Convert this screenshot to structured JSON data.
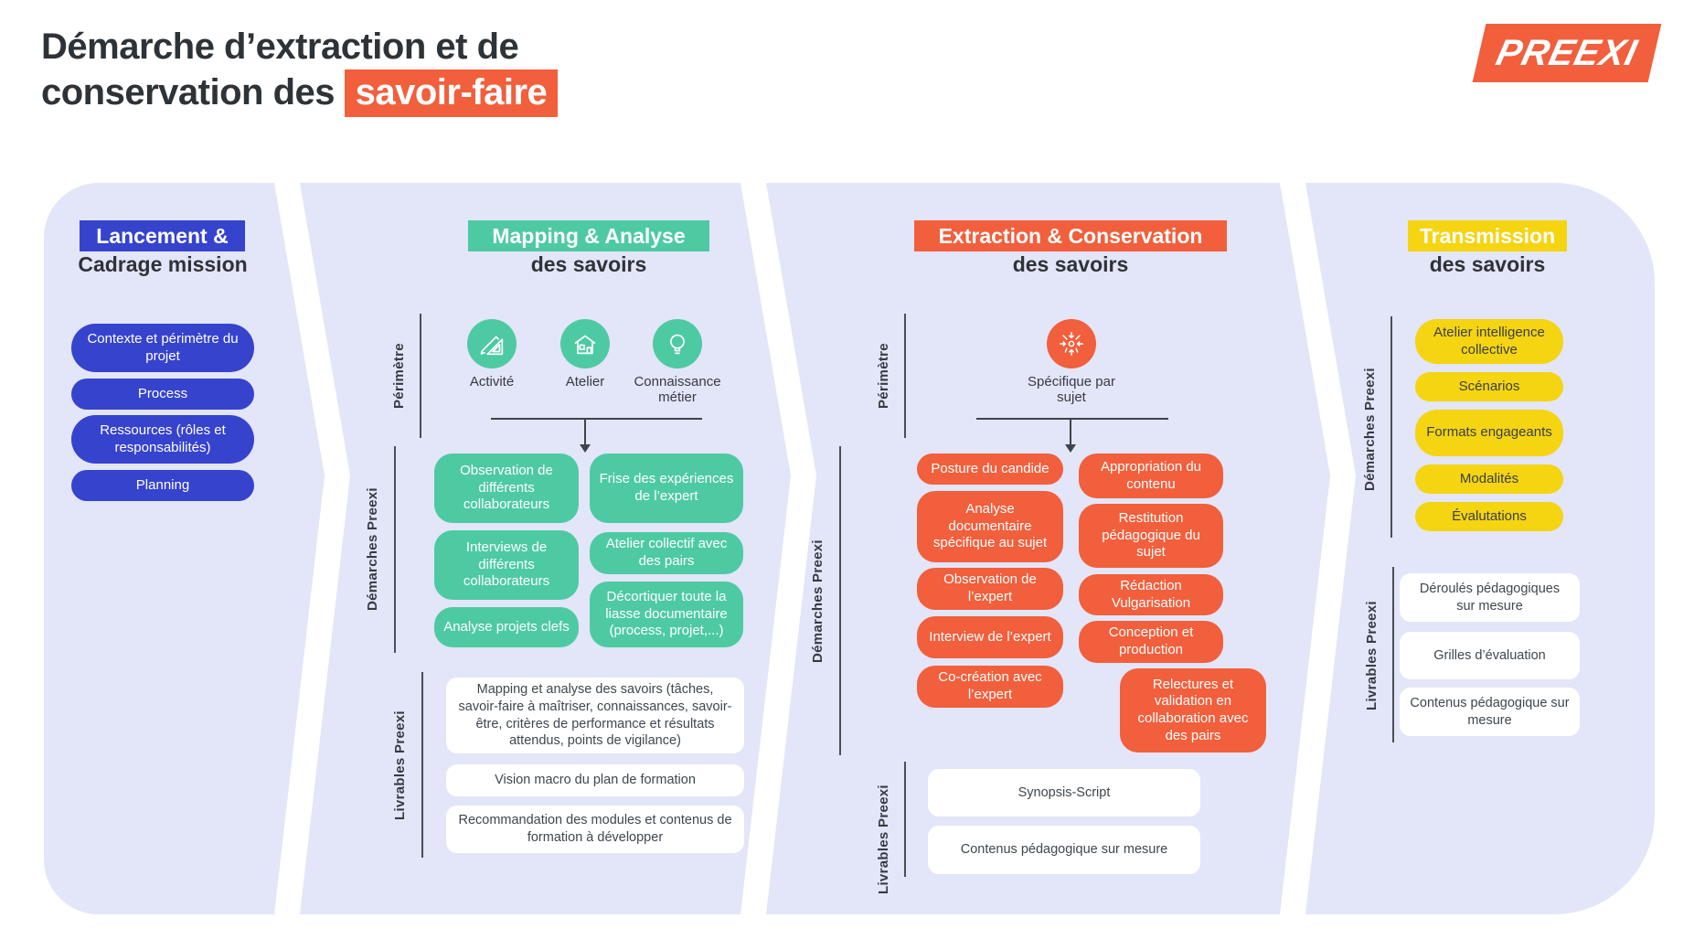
{
  "title": {
    "line1": "Démarche d’extraction et de",
    "line2_prefix": "conservation des ",
    "line2_highlight": "savoir-faire"
  },
  "logo_text": "PREEXI",
  "colors": {
    "lavender": "#e3e5f8",
    "blue": "#3643cd",
    "teal": "#4ecaa2",
    "orange": "#f15f3c",
    "yellow": "#f5d412",
    "dark_text": "#2e3338"
  },
  "section_labels": {
    "perimetre": "Périmètre",
    "demarches": "Démarches Preexi",
    "livrables": "Livrables Preexi"
  },
  "panel1": {
    "header_highlight": "Lancement &",
    "header_rest": "Cadrage mission",
    "pills": [
      "Contexte et périmètre du projet",
      "Process",
      "Ressources (rôles et responsabilités)",
      "Planning"
    ]
  },
  "panel2": {
    "header_highlight": "Mapping & Analyse",
    "header_rest": "des savoirs",
    "icons": [
      {
        "name": "ruler-pencil-icon",
        "label": "Activité"
      },
      {
        "name": "workshop-icon",
        "label": "Atelier"
      },
      {
        "name": "lightbulb-icon",
        "label": "Connaissance métier"
      }
    ],
    "demarches_left": [
      "Observation de différents collaborateurs",
      "Interviews de différents collaborateurs",
      "Analyse projets clefs"
    ],
    "demarches_right": [
      "Frise des expériences de l’expert",
      "Atelier collectif avec des pairs",
      "Décortiquer toute la liasse documentaire (process, projet,...)"
    ],
    "livrables": [
      "Mapping et analyse des savoirs (tâches, savoir-faire à maîtriser, connaissances, savoir-être, critères de performance et résultats attendus, points de vigilance)",
      "Vision macro du plan de formation",
      "Recommandation des modules et contenus de formation à développer"
    ]
  },
  "panel3": {
    "header_highlight": "Extraction & Conservation",
    "header_rest": "des savoirs",
    "icon_label": "Spécifique par sujet",
    "demarches_left": [
      "Posture du candide",
      "Analyse documentaire spécifique au sujet",
      "Observation de l’expert",
      "Interview de l’expert",
      "Co-création avec l’expert"
    ],
    "demarches_right": [
      "Appropriation du contenu",
      "Restitution pédagogique du sujet",
      "Rédaction Vulgarisation",
      "Conception et production",
      "Relectures et validation en collaboration avec des pairs"
    ],
    "livrables": [
      "Synopsis-Script",
      "Contenus pédagogique sur mesure"
    ]
  },
  "panel4": {
    "header_highlight": "Transmission",
    "header_rest": "des savoirs",
    "demarches": [
      "Atelier intelligence collective",
      "Scénarios",
      "Formats engageants",
      "Modalités",
      "Évalutations"
    ],
    "livrables": [
      "Déroulés pédagogiques sur mesure",
      "Grilles d’évaluation",
      "Contenus pédagogique sur mesure"
    ]
  }
}
